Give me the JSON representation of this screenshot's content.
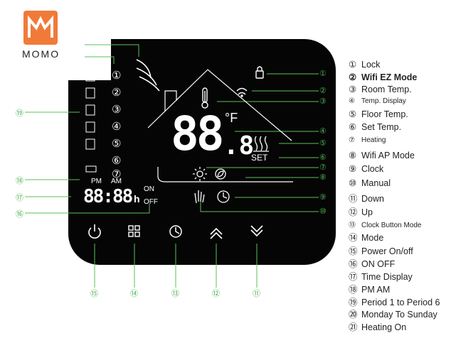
{
  "brand": {
    "logo_letter": "M",
    "name": "MOMO"
  },
  "display": {
    "temp_main": "88",
    "temp_decimal": ".8",
    "unit": "°F",
    "set_label": "SET",
    "time_digits": "88:88",
    "time_unit": "h",
    "on_label": "ON",
    "off_label": "OFF",
    "pm_label": "PM",
    "am_label": "AM",
    "periods": [
      "1",
      "2",
      "3",
      "4",
      "5",
      "6",
      "7"
    ]
  },
  "callouts": {
    "right": [
      "①",
      "②",
      "③",
      "④",
      "⑤",
      "⑥",
      "⑦",
      "⑧",
      "⑨",
      "⑩"
    ],
    "left": [
      "⑲",
      "⑱",
      "⑰",
      "⑯"
    ],
    "bottom": [
      "⑮",
      "⑭",
      "⑬",
      "⑫",
      "⑪"
    ]
  },
  "legend": [
    {
      "num": "①",
      "label": "Lock"
    },
    {
      "num": "②",
      "label": "Wifi EZ Mode"
    },
    {
      "num": "③",
      "label": "Room Temp."
    },
    {
      "num": "④",
      "label": "Temp. Display"
    },
    {
      "num": "⑤",
      "label": "Floor Temp."
    },
    {
      "num": "⑥",
      "label": "Set Temp."
    },
    {
      "num": "⑦",
      "label": "Heating"
    },
    {
      "num": "⑧",
      "label": "Wifi AP Mode"
    },
    {
      "num": "⑨",
      "label": "Clock"
    },
    {
      "num": "⑩",
      "label": "Manual"
    },
    {
      "num": "⑪",
      "label": "Down"
    },
    {
      "num": "⑫",
      "label": "Up"
    },
    {
      "num": "⑬",
      "label": "Clock Button Mode"
    },
    {
      "num": "⑭",
      "label": "Mode"
    },
    {
      "num": "⑮",
      "label": "Power On/off"
    },
    {
      "num": "⑯",
      "label": "ON  OFF"
    },
    {
      "num": "⑰",
      "label": "Time Display"
    },
    {
      "num": "⑱",
      "label": "PM  AM"
    },
    {
      "num": "⑲",
      "label": "Period 1 to Period 6"
    },
    {
      "num": "⑳",
      "label": "Monday To Sunday"
    },
    {
      "num": "㉑",
      "label": "Heating On"
    }
  ],
  "icons": [
    "lock-icon",
    "wifi-ez-icon",
    "thermometer-icon",
    "heating-waves-icon",
    "sun-icon",
    "leaf-icon",
    "clock-icon",
    "hand-icon",
    "power-icon",
    "mode-icon",
    "clock-button-icon",
    "up-chevron-icon",
    "down-chevron-icon"
  ],
  "colors": {
    "panel": "#050505",
    "callout": "#4caf50",
    "logo": "#f07a3a"
  }
}
